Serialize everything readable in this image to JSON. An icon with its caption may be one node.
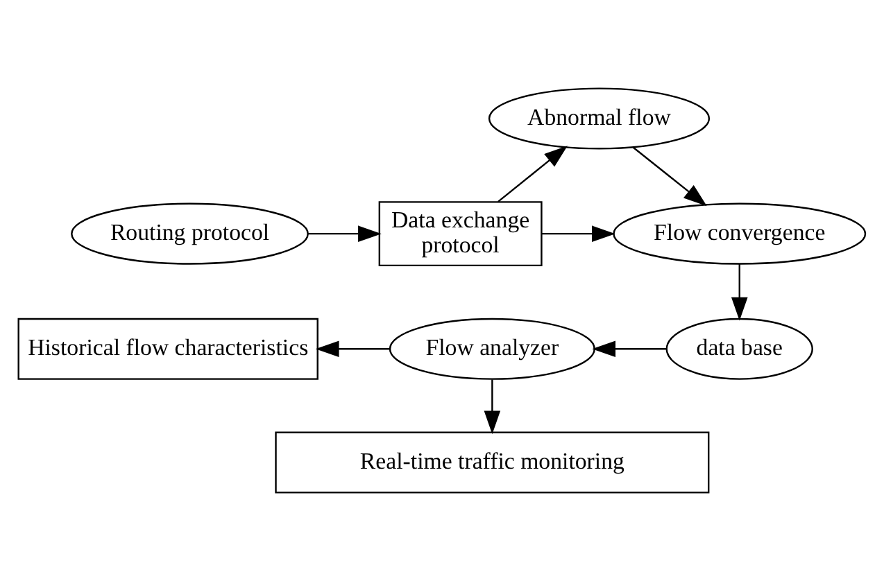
{
  "diagram": {
    "nodes": [
      {
        "text": [
          "Abnormal flow"
        ]
      },
      {
        "text": [
          "Routing protocol"
        ]
      },
      {
        "text": [
          "Data exchange protocol"
        ]
      },
      {
        "text": [
          "Flow convergence"
        ]
      },
      {
        "text": [
          "Historical flow characteristics"
        ]
      },
      {
        "text": [
          "Flow analyzer"
        ]
      },
      {
        "text": [
          "data base"
        ]
      },
      {
        "text": [
          "Real-time traffic monitoring"
        ]
      }
    ],
    "edges": [
      {
        "from": 1,
        "to": 2,
        "arrow": "to"
      },
      {
        "from": 2,
        "to": 0,
        "arrow": "to"
      },
      {
        "from": 0,
        "to": 3,
        "arrow": "to"
      },
      {
        "from": 2,
        "to": 3,
        "arrow": "to"
      },
      {
        "from": 3,
        "to": 6,
        "arrow": "to"
      },
      {
        "from": 6,
        "to": 5,
        "arrow": "to"
      },
      {
        "from": 5,
        "to": 4,
        "arrow": "to"
      },
      {
        "from": 5,
        "to": 7,
        "arrow": "to"
      }
    ]
  }
}
